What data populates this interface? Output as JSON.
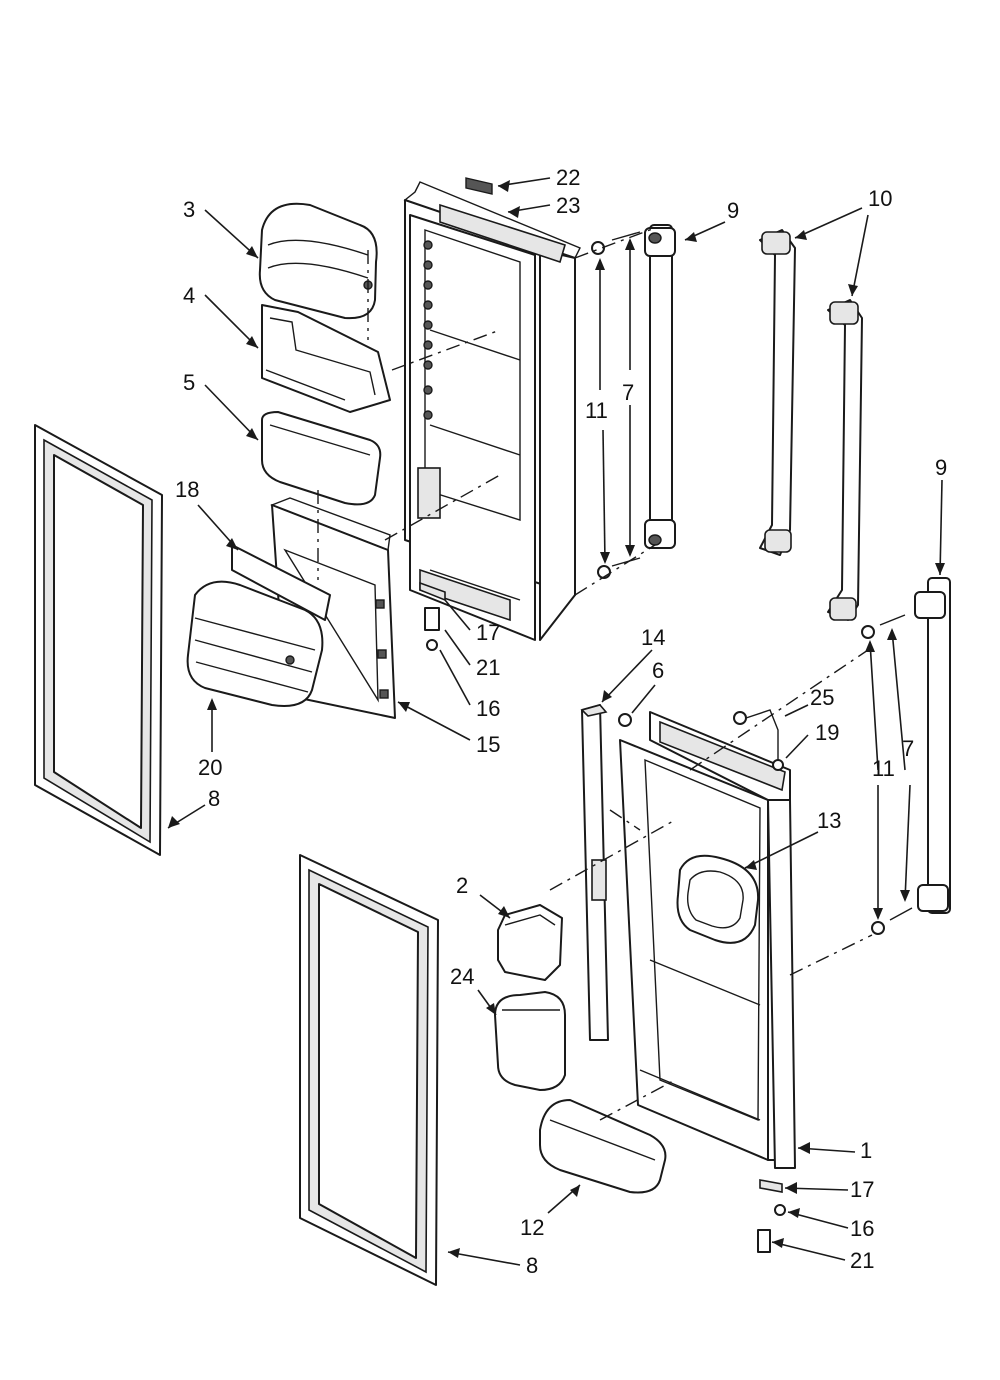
{
  "callouts": [
    {
      "id": "c22",
      "text": "22"
    },
    {
      "id": "c23",
      "text": "23"
    },
    {
      "id": "c3",
      "text": "3"
    },
    {
      "id": "c4",
      "text": "4"
    },
    {
      "id": "c5",
      "text": "5"
    },
    {
      "id": "c9a",
      "text": "9"
    },
    {
      "id": "c10",
      "text": "10"
    },
    {
      "id": "c11a",
      "text": "11"
    },
    {
      "id": "c7a",
      "text": "7"
    },
    {
      "id": "c18",
      "text": "18"
    },
    {
      "id": "c17a",
      "text": "17"
    },
    {
      "id": "c21a",
      "text": "21"
    },
    {
      "id": "c16a",
      "text": "16"
    },
    {
      "id": "c15",
      "text": "15"
    },
    {
      "id": "c20",
      "text": "20"
    },
    {
      "id": "c8a",
      "text": "8"
    },
    {
      "id": "c14",
      "text": "14"
    },
    {
      "id": "c6",
      "text": "6"
    },
    {
      "id": "c9b",
      "text": "9"
    },
    {
      "id": "c25",
      "text": "25"
    },
    {
      "id": "c19",
      "text": "19"
    },
    {
      "id": "c11b",
      "text": "11"
    },
    {
      "id": "c7b",
      "text": "7"
    },
    {
      "id": "c13",
      "text": "13"
    },
    {
      "id": "c2",
      "text": "2"
    },
    {
      "id": "c24",
      "text": "24"
    },
    {
      "id": "c1",
      "text": "1"
    },
    {
      "id": "c17b",
      "text": "17"
    },
    {
      "id": "c16b",
      "text": "16"
    },
    {
      "id": "c21b",
      "text": "21"
    },
    {
      "id": "c12",
      "text": "12"
    },
    {
      "id": "c8b",
      "text": "8"
    }
  ]
}
